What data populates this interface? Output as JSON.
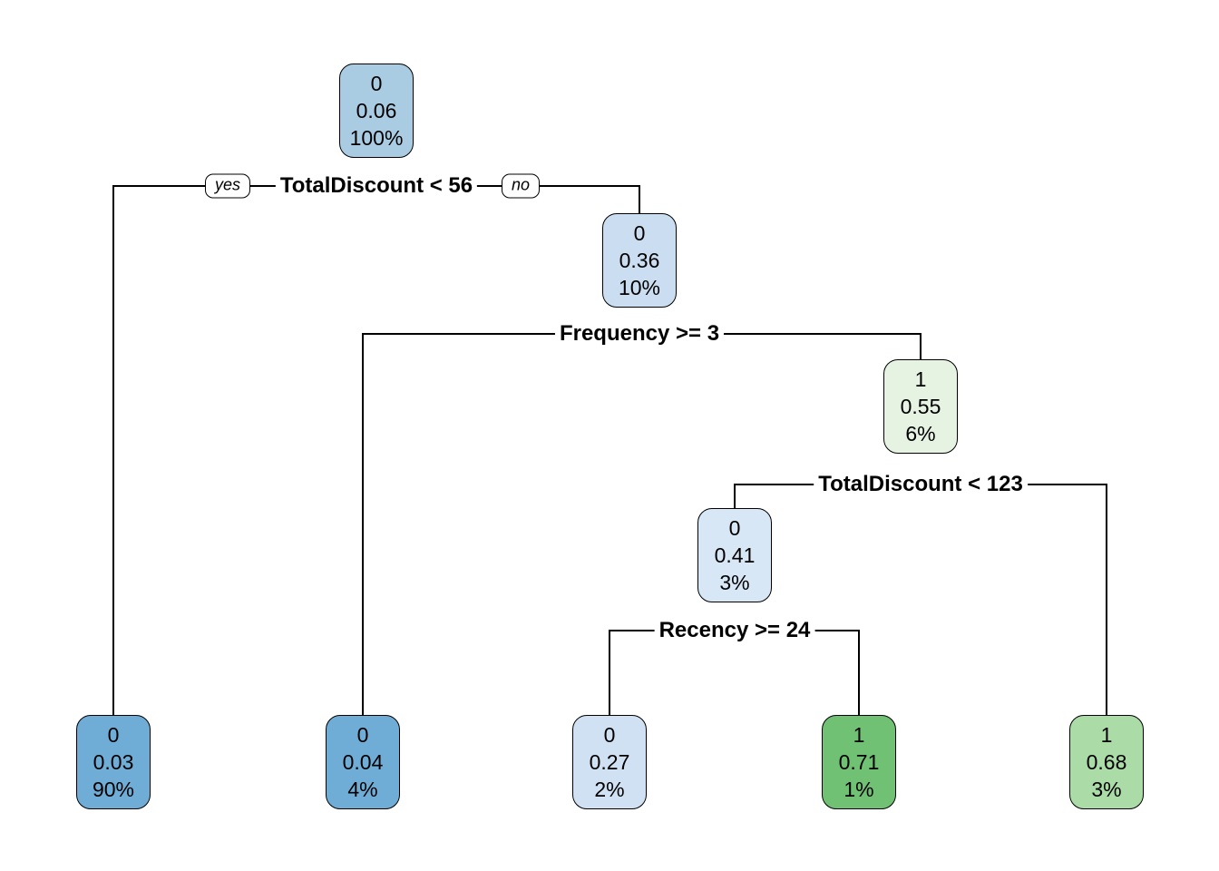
{
  "diagram": {
    "type": "decision-tree",
    "background": "#ffffff",
    "branch_labels": {
      "yes": "yes",
      "no": "no"
    },
    "splits": [
      {
        "id": "totaldiscount-56",
        "label": "TotalDiscount < 56"
      },
      {
        "id": "frequency-3",
        "label": "Frequency >= 3"
      },
      {
        "id": "totaldiscount-123",
        "label": "TotalDiscount < 123"
      },
      {
        "id": "recency-24",
        "label": "Recency >= 24"
      }
    ],
    "nodes": [
      {
        "id": "root",
        "class": "0",
        "prob": "0.06",
        "pct": "100%",
        "color": "#a9cce3"
      },
      {
        "id": "node-10pct",
        "class": "0",
        "prob": "0.36",
        "pct": "10%",
        "color": "#cbdef1"
      },
      {
        "id": "node-6pct",
        "class": "1",
        "prob": "0.55",
        "pct": "6%",
        "color": "#e6f2e2"
      },
      {
        "id": "node-3pct",
        "class": "0",
        "prob": "0.41",
        "pct": "3%",
        "color": "#d8e7f5"
      },
      {
        "id": "leaf-90pct",
        "class": "0",
        "prob": "0.03",
        "pct": "90%",
        "color": "#70add6"
      },
      {
        "id": "leaf-4pct",
        "class": "0",
        "prob": "0.04",
        "pct": "4%",
        "color": "#70add6"
      },
      {
        "id": "leaf-2pct",
        "class": "0",
        "prob": "0.27",
        "pct": "2%",
        "color": "#cfe1f2"
      },
      {
        "id": "leaf-1pct",
        "class": "1",
        "prob": "0.71",
        "pct": "1%",
        "color": "#70c174"
      },
      {
        "id": "leaf-3pct",
        "class": "1",
        "prob": "0.68",
        "pct": "3%",
        "color": "#abdba6"
      }
    ]
  }
}
